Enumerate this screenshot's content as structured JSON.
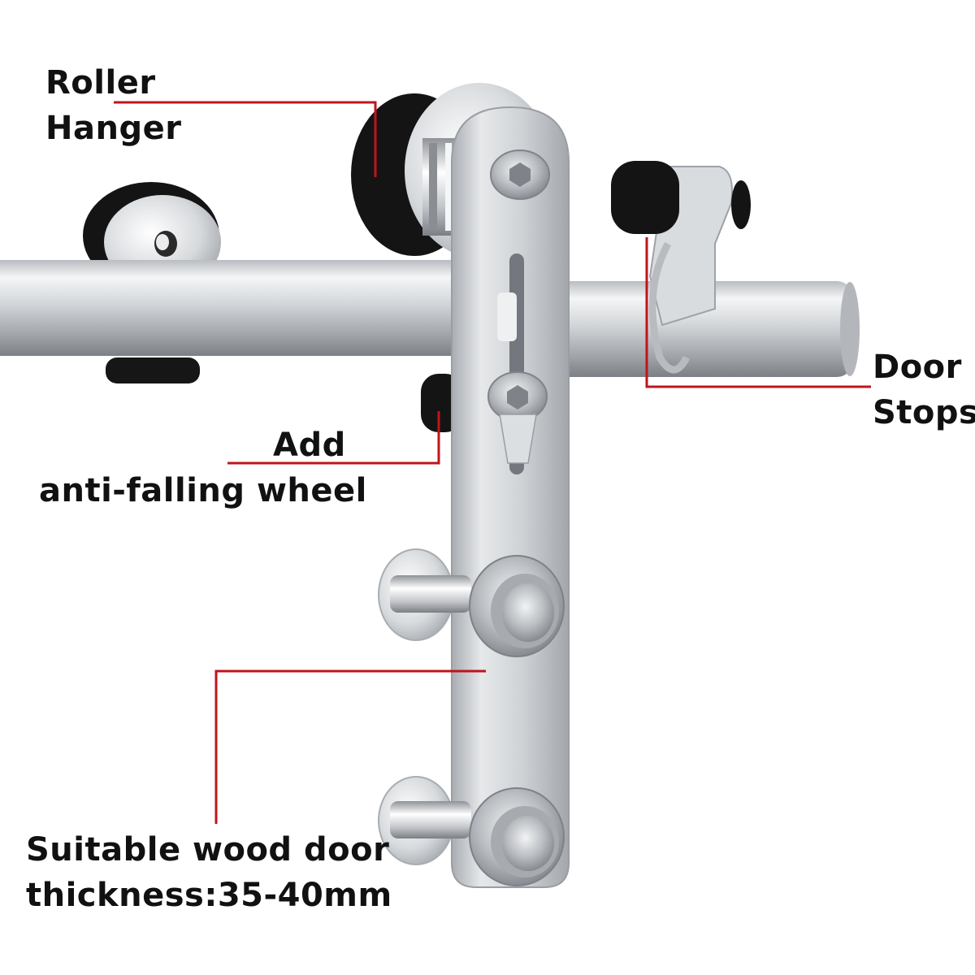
{
  "callouts": {
    "roller_hanger": {
      "line1": "Roller",
      "line2": "Hanger"
    },
    "door_stops": {
      "line1": "Door",
      "line2": "Stops"
    },
    "anti_falling_wheel": {
      "line1": "Add",
      "line2": "anti-falling wheel"
    },
    "door_thickness": {
      "line1": "Suitable wood door",
      "line2": "thickness:35-40mm"
    }
  },
  "colors": {
    "leader_line": "#c0141c",
    "metal": "#c9ccd0",
    "rubber": "#111111",
    "background": "#ffffff"
  }
}
